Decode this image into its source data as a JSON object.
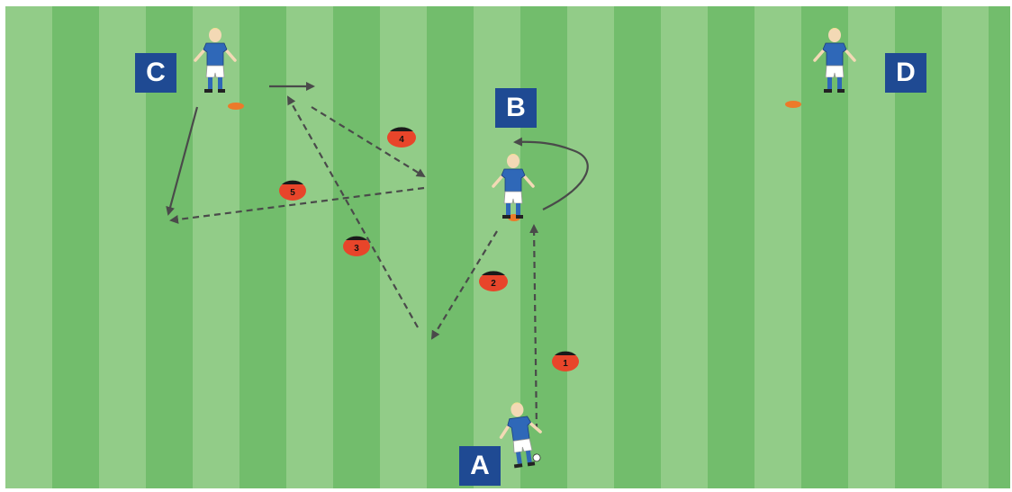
{
  "positions": {
    "a": "A",
    "b": "B",
    "c": "C",
    "d": "D"
  },
  "steps": [
    "1",
    "2",
    "3",
    "4",
    "5"
  ],
  "colors": {
    "light_stripe": "#92cc88",
    "dark_stripe": "#72bd6c",
    "label_box": "#1f4a93",
    "step_marker": "#e8452a",
    "cone": "#ec7a2a",
    "player_shirt": "#2f68b8",
    "arrow": "#4a4a4a"
  },
  "icons": {
    "player": "soccer-player-icon",
    "cone": "training-cone-icon"
  }
}
